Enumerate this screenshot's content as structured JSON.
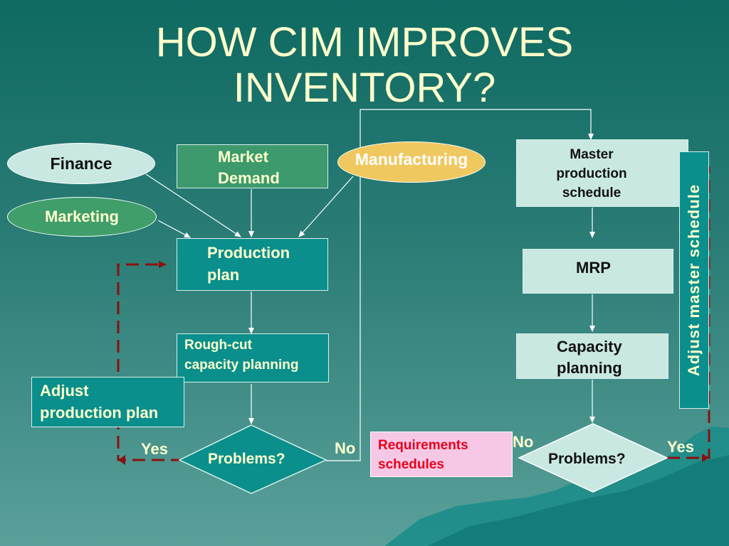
{
  "slide": {
    "title_line1": "HOW CIM IMPROVES",
    "title_line2": "INVENTORY?"
  },
  "nodes": {
    "finance": "Finance",
    "marketing": "Marketing",
    "market_demand_l1": "Market",
    "market_demand_l2": "Demand",
    "manufacturing": "Manufacturing",
    "production_plan_l1": "Production",
    "production_plan_l2": "plan",
    "rough_cut_l1": "Rough-cut",
    "rough_cut_l2": "capacity planning",
    "adjust_production_l1": "Adjust",
    "adjust_production_l2": "production plan",
    "problems_left": "Problems?",
    "mps_l1": "Master",
    "mps_l2": "production",
    "mps_l3": "schedule",
    "mrp": "MRP",
    "capacity_l1": "Capacity",
    "capacity_l2": "planning",
    "requirements_l1": "Requirements",
    "requirements_l2": "schedules",
    "problems_right": "Problems?",
    "adjust_mps": "Adjust master schedule"
  },
  "labels": {
    "yes_left": "Yes",
    "no_left": "No",
    "no_right": "No",
    "yes_right": "Yes"
  },
  "colors": {
    "title": "#ffffcc",
    "label_yellow": "#ffffcc",
    "finance_fill": "#c9e8e2",
    "marketing_fill": "#3f9e6a",
    "market_demand_fill": "#3c9a6c",
    "manufacturing_fill": "#f0c860",
    "manufacturing_text": "#ffffff",
    "process_box": "#0a8f8c",
    "light_box": "#c9e8e2",
    "requirements_fill": "#f6c8e6",
    "requirements_text": "#e8001c",
    "dashed_arrow": "#8a1010"
  }
}
